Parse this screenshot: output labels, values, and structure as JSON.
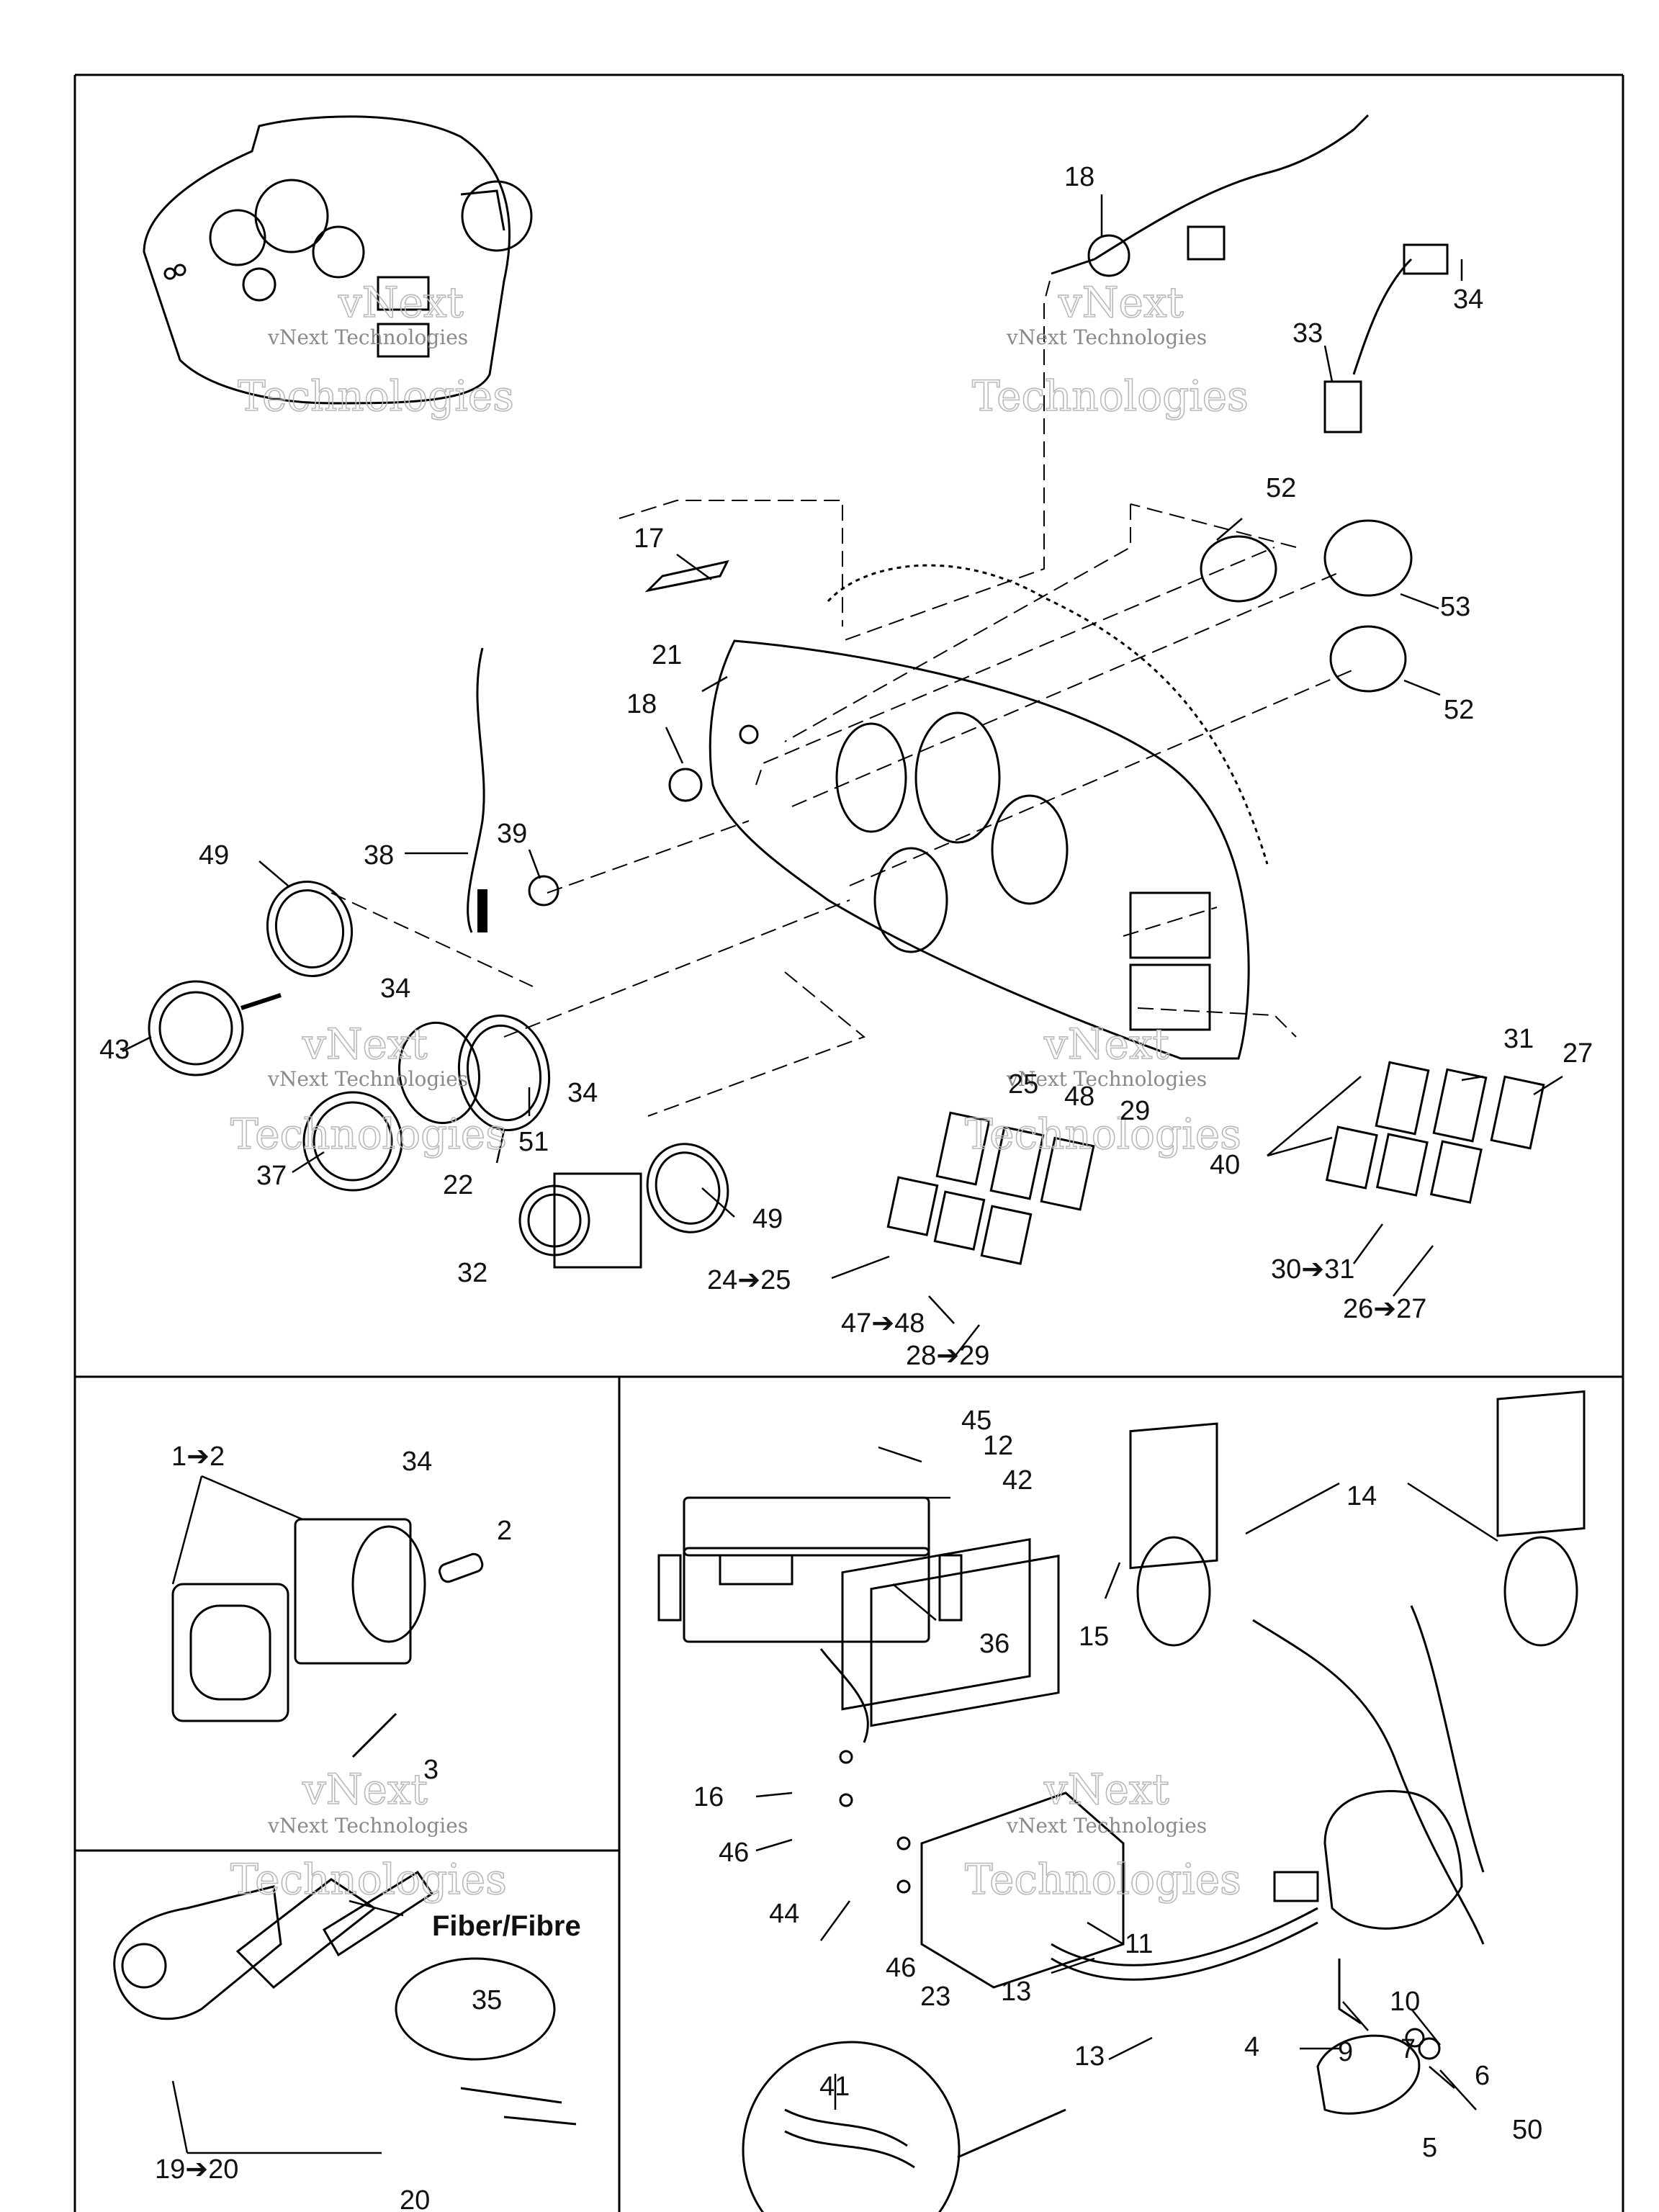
{
  "watermark": {
    "line1": "vNext",
    "line2": "Technologies",
    "caption": "vNext Technologies"
  },
  "callouts": {
    "c18a": "18",
    "c34a": "34",
    "c33": "33",
    "c52a": "52",
    "c17": "17",
    "c53": "53",
    "c21": "21",
    "c18b": "18",
    "c52b": "52",
    "c49a": "49",
    "c38": "38",
    "c39": "39",
    "c34b": "34",
    "c43": "43",
    "c34c": "34",
    "c51": "51",
    "c37": "37",
    "c22": "22",
    "c32": "32",
    "c49b": "49",
    "c25": "25",
    "c48": "48",
    "c29": "29",
    "c31": "31",
    "c27": "27",
    "c40": "40",
    "c24_25": "24➔25",
    "c47_48": "47➔48",
    "c28_29": "28➔29",
    "c30_31": "30➔31",
    "c26_27": "26➔27",
    "c1_2": "1➔2",
    "c34d": "34",
    "c2": "2",
    "c3": "3",
    "c45": "45",
    "c12": "12",
    "c42": "42",
    "c14": "14",
    "c15": "15",
    "c36": "36",
    "c16": "16",
    "c46a": "46",
    "c44": "44",
    "c46b": "46",
    "c23": "23",
    "c11": "11",
    "c13a": "13",
    "c13b": "13",
    "c10": "10",
    "c9": "9",
    "c4": "4",
    "c7": "7",
    "c6": "6",
    "c5": "5",
    "c50": "50",
    "c41": "41",
    "fiber": "Fiber/Fibre",
    "c35": "35",
    "c19_20": "19➔20",
    "c20": "20"
  }
}
